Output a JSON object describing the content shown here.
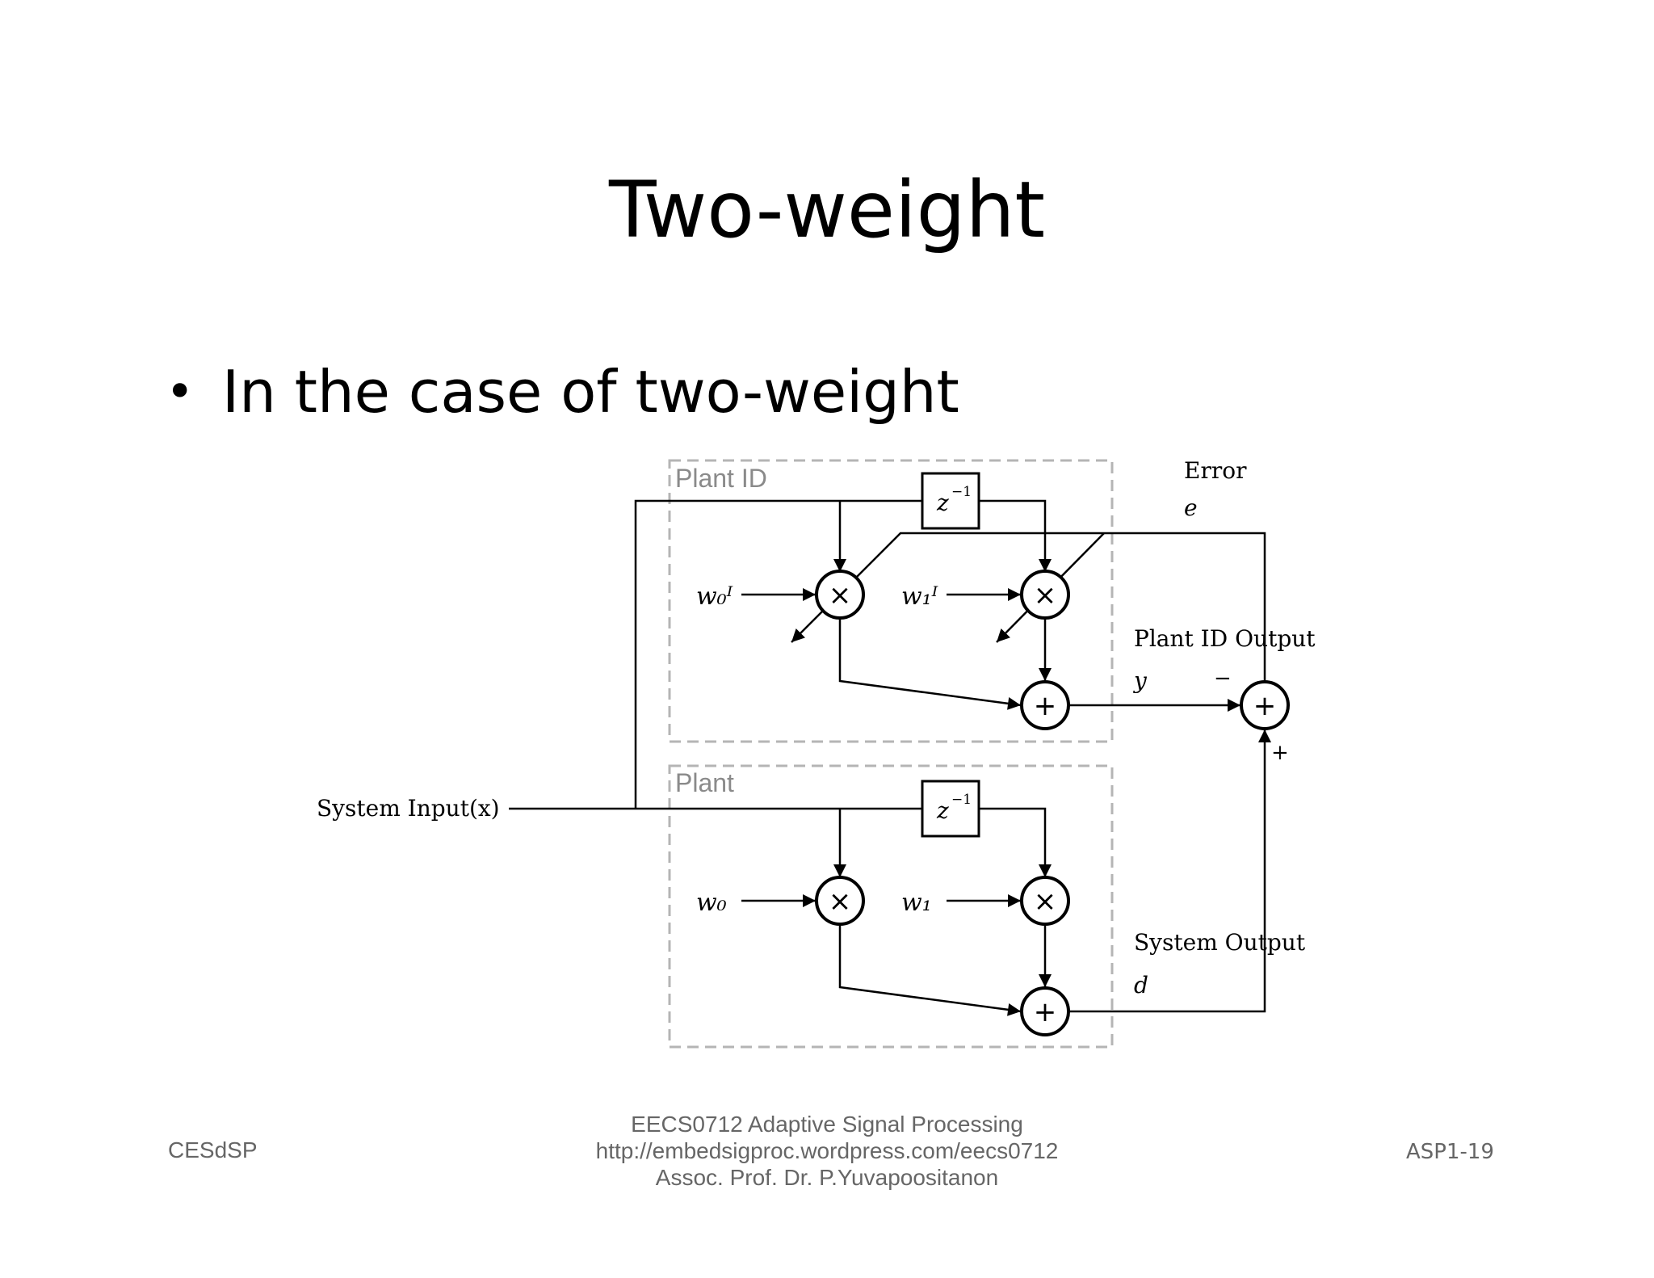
{
  "slide": {
    "title": "Two-weight",
    "bullet": "In the case of two-weight"
  },
  "diagram": {
    "plant_id_box_label": "Plant ID",
    "plant_box_label": "Plant",
    "delay_label": "z",
    "delay_exponent": "−1",
    "system_input_label": "System Input(x)",
    "error_label": "Error",
    "error_symbol": "e",
    "plant_id_output_label": "Plant ID Output",
    "plant_id_output_symbol": "y",
    "system_output_label": "System Output",
    "system_output_symbol": "d",
    "minus_sign": "−",
    "plus_sign": "+",
    "multiply_glyph": "×",
    "add_glyph": "+",
    "weight_id_0": "w₀ᴵ",
    "weight_id_1": "w₁ᴵ",
    "weight_0": "w₀",
    "weight_1": "w₁"
  },
  "footer": {
    "left": "CESdSP",
    "center_line1": "EECS0712 Adaptive Signal Processing",
    "center_line2": "http://embedsigproc.wordpress.com/eecs0712",
    "center_line3": "Assoc. Prof. Dr. P.Yuvapoositanon",
    "right": "ASP1-19"
  },
  "colors": {
    "box_dash": "#b5b5b5",
    "box_label": "#8a8a8a",
    "footer_text": "#666666",
    "stroke": "#000000"
  }
}
